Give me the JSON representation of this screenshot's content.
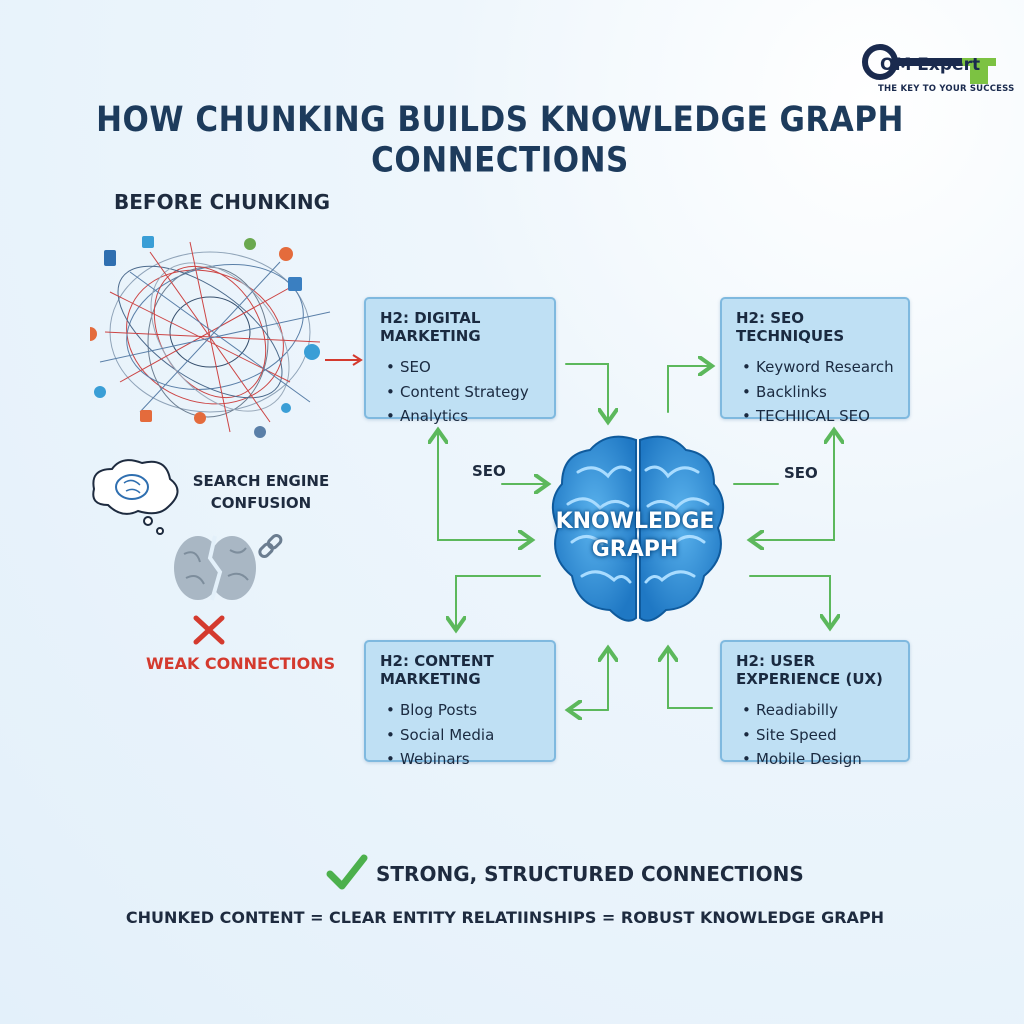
{
  "logo": {
    "brand": "OM Expert",
    "tagline": "THE KEY TO YOUR SUCCESS"
  },
  "title": "HOW CHUNKING BUILDS KNOWLEDGE GRAPH CONNECTIONS",
  "before": {
    "label": "BEFORE CHUNKING",
    "confusion": "SEARCH ENGINE CONFUSION",
    "weak": "WEAK CONNECTIONS"
  },
  "center": {
    "label_line1": "KNOWLEDGE",
    "label_line2": "GRAPH"
  },
  "boxes": {
    "digital": {
      "title": "H2: DIGITAL MARKETING",
      "items": [
        "SEO",
        "Content Strategy",
        "Analytics"
      ]
    },
    "seo": {
      "title": "H2: SEO TECHNIQUES",
      "items": [
        "Keyword Research",
        "Backlinks",
        "TECHIICAL SEO"
      ]
    },
    "content": {
      "title": "H2: CONTENT MARKETING",
      "items": [
        "Blog Posts",
        "Social Media",
        "Webinars"
      ]
    },
    "ux": {
      "title": "H2: USER EXPERIENCE (UX)",
      "items": [
        "Readiabilly",
        "Site Speed",
        "Mobile Design"
      ]
    }
  },
  "edge_labels": {
    "left": "SEO",
    "right": "SEO"
  },
  "footer": {
    "strong": "STRONG, STRUCTURED CONNECTIONS",
    "equation": "CHUNKED CONTENT = CLEAR ENTITY RELATIINSHIPS = ROBUST KNOWLEDGE GRAPH"
  },
  "colors": {
    "arrow": "#5cb85c",
    "box_fill": "#bfe0f4",
    "box_border": "#7fb9df",
    "brain": "#2f8fd6",
    "warning": "#d43a2e"
  }
}
